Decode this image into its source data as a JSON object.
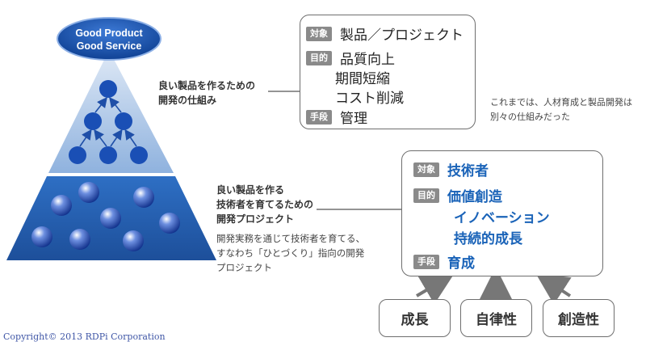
{
  "badge": {
    "line1": "Good Product",
    "line2": "Good Service"
  },
  "pyramid": {
    "top_label": [
      "良い製品を作るための",
      "開発の仕組み"
    ],
    "bottom_label": [
      "良い製品を作る",
      "技術者を育てるための",
      "開発プロジェクト"
    ],
    "bottom_note": [
      "開発実務を通じて技術者を育てる、",
      "すなわち「ひとづくり」指向の開発",
      "プロジェクト"
    ]
  },
  "top_box": {
    "target_tag": "対象",
    "target": "製品／プロジェクト",
    "goal_tag": "目的",
    "goals": [
      "品質向上",
      "期間短縮",
      "コスト削減"
    ],
    "means_tag": "手段",
    "means": "管理"
  },
  "side_note": [
    "これまでは、人材育成と製品開発は",
    "別々の仕組みだった"
  ],
  "bottom_box": {
    "target_tag": "対象",
    "target": "技術者",
    "goal_tag": "目的",
    "goals": [
      "価値創造",
      "イノベーション",
      "持続的成長"
    ],
    "means_tag": "手段",
    "means": "育成"
  },
  "pills": [
    "成長",
    "自律性",
    "創造性"
  ],
  "copyright": "Copyright© 2013 RDPi Corporation",
  "colors": {
    "accent_blue": "#1a63b8",
    "pyramid_blue": "#1f5aa8",
    "border_gray": "#6e6e6e"
  }
}
